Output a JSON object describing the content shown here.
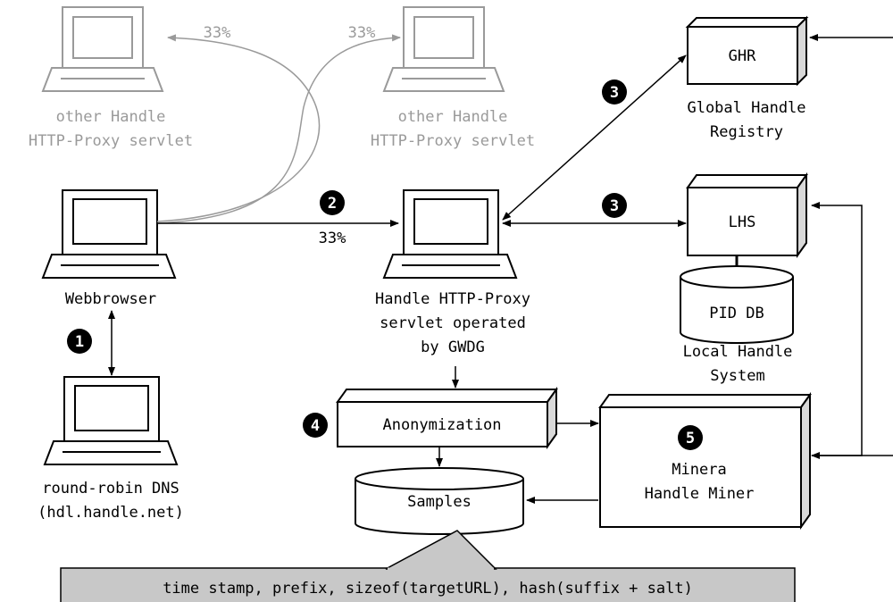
{
  "nodes": {
    "other_left_line1": "other Handle",
    "other_left_line2": "HTTP-Proxy servlet",
    "other_right_line1": "other Handle",
    "other_right_line2": "HTTP-Proxy servlet",
    "webbrowser": "Webbrowser",
    "dns_line1": "round-robin DNS",
    "dns_line2": "(hdl.handle.net)",
    "proxy_line1": "Handle HTTP-Proxy",
    "proxy_line2": "servlet operated",
    "proxy_line3": "by GWDG",
    "ghr_box": "GHR",
    "ghr_line1": "Global Handle",
    "ghr_line2": "Registry",
    "lhs_box": "LHS",
    "piddb": "PID DB",
    "lhs_line1": "Local Handle",
    "lhs_line2": "System",
    "anonymization": "Anonymization",
    "samples": "Samples",
    "miner_line1": "Minera",
    "miner_line2": "Handle Miner"
  },
  "percentages": {
    "left": "33%",
    "right": "33%",
    "main": "33%"
  },
  "steps": {
    "s1": "1",
    "s2": "2",
    "s3a": "3",
    "s3b": "3",
    "s4": "4",
    "s5": "5"
  },
  "sample_fields": "time stamp, prefix, sizeof(targetURL), hash(suffix + salt)",
  "colors": {
    "line": "#000000",
    "faded": "#9a9a9a",
    "box_fill": "#ffffff",
    "box_side": "#d9d9d9",
    "callout_fill": "#c8c8c8",
    "badge": "#000000",
    "badge_text": "#ffffff"
  }
}
